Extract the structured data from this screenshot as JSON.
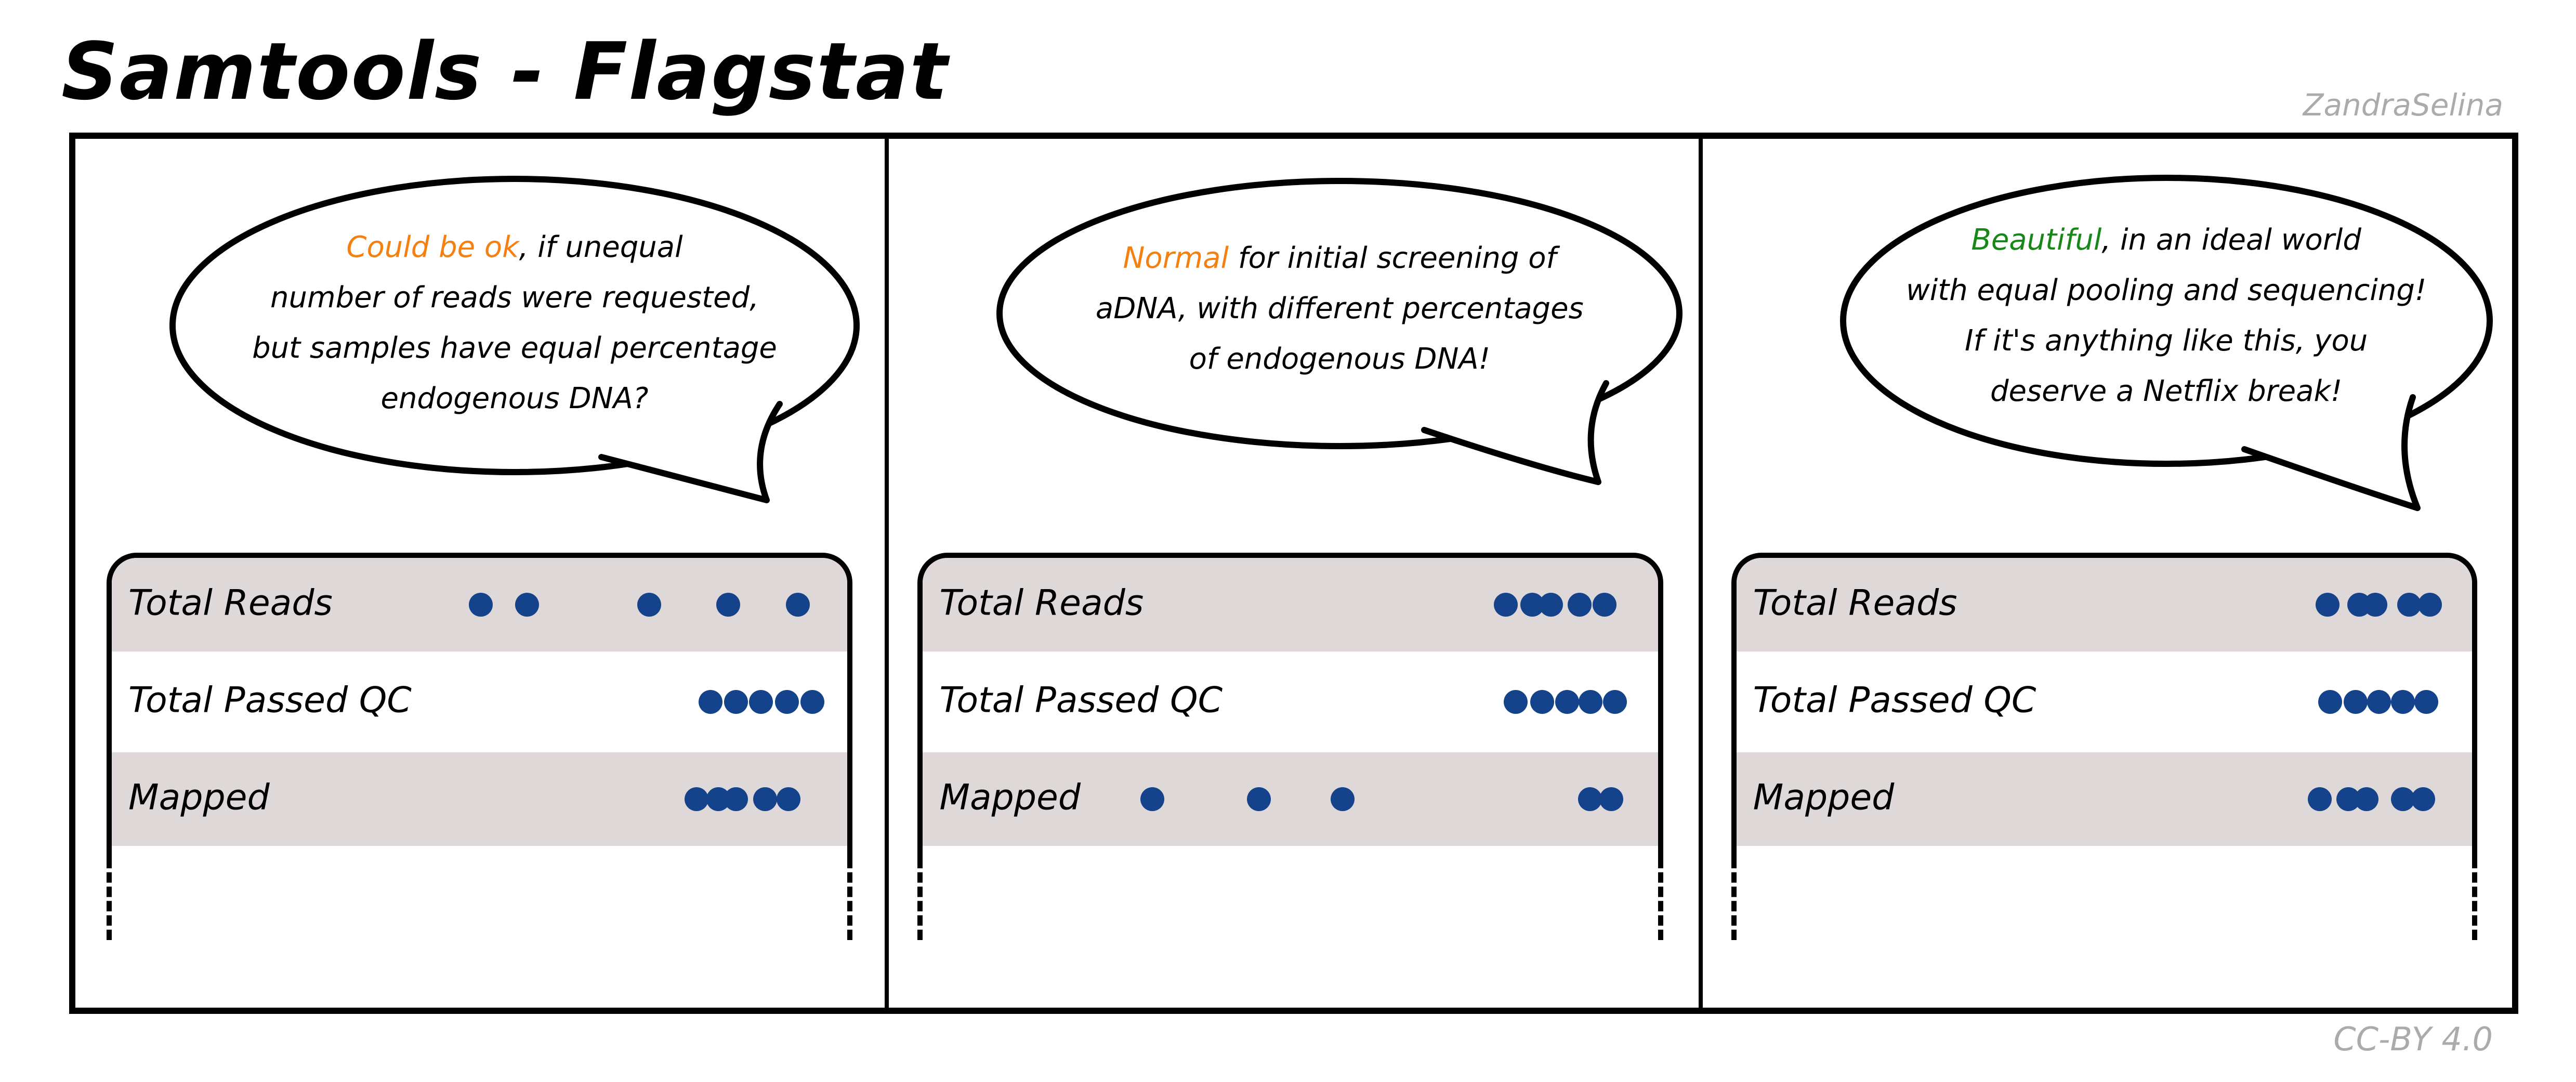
{
  "page": {
    "title": "Samtools - Flagstat",
    "artist_credit": "ZandraSelina",
    "license": "CC-BY 4.0"
  },
  "colors": {
    "dot_navy": "#14428B",
    "row_shade": "#DFD8D8",
    "credit_gray": "#ABABAB",
    "highlight_orange": "#F5800F",
    "highlight_green": "#178717"
  },
  "panels": [
    {
      "bubble": {
        "highlight_color": "#F5800F",
        "lines": [
          [
            {
              "text": "Could be ok",
              "highlight": true
            },
            {
              "text": ", if unequal"
            }
          ],
          [
            {
              "text": "number of reads were requested,"
            }
          ],
          [
            {
              "text": "but samples have equal percentage"
            }
          ],
          [
            {
              "text": "endogenous DNA?"
            }
          ]
        ]
      },
      "table": {
        "rows": [
          {
            "label": "Total Reads",
            "shaded": true,
            "dot_count": 5,
            "dots": [
              0.502,
              0.565,
              0.731,
              0.838,
              0.933
            ]
          },
          {
            "label": "Total Passed QC",
            "shaded": false,
            "dot_count": 5,
            "dots": [
              0.814,
              0.849,
              0.883,
              0.918,
              0.953
            ]
          },
          {
            "label": "Mapped",
            "shaded": true,
            "dot_count": 5,
            "dots": [
              0.795,
              0.825,
              0.849,
              0.888,
              0.92
            ]
          }
        ]
      }
    },
    {
      "bubble": {
        "highlight_color": "#F5800F",
        "lines": [
          [
            {
              "text": "Normal",
              "highlight": true
            },
            {
              "text": " for initial screening of"
            }
          ],
          [
            {
              "text": "aDNA, with different percentages"
            }
          ],
          [
            {
              "text": "of endogenous DNA!"
            }
          ]
        ]
      },
      "table": {
        "rows": [
          {
            "label": "Total Reads",
            "shaded": true,
            "dot_count": 5,
            "dots": [
              0.793,
              0.829,
              0.854,
              0.893,
              0.927
            ]
          },
          {
            "label": "Total Passed QC",
            "shaded": false,
            "dot_count": 5,
            "dots": [
              0.806,
              0.842,
              0.876,
              0.908,
              0.941
            ]
          },
          {
            "label": "Mapped",
            "shaded": true,
            "dot_count": 5,
            "dots": [
              0.312,
              0.457,
              0.571,
              0.907,
              0.936
            ]
          }
        ]
      }
    },
    {
      "bubble": {
        "highlight_color": "#178717",
        "lines": [
          [
            {
              "text": "Beautiful",
              "highlight": true
            },
            {
              "text": ", in an ideal world"
            }
          ],
          [
            {
              "text": "with equal pooling and sequencing!"
            }
          ],
          [
            {
              "text": "If it's anything like this, you"
            }
          ],
          [
            {
              "text": "deserve a Netflix break!"
            }
          ]
        ]
      },
      "table": {
        "rows": [
          {
            "label": "Total Reads",
            "shaded": true,
            "dot_count": 5,
            "dots": [
              0.804,
              0.847,
              0.869,
              0.915,
              0.943
            ]
          },
          {
            "label": "Total Passed QC",
            "shaded": false,
            "dot_count": 5,
            "dots": [
              0.807,
              0.842,
              0.874,
              0.906,
              0.938
            ]
          },
          {
            "label": "Mapped",
            "shaded": true,
            "dot_count": 5,
            "dots": [
              0.793,
              0.832,
              0.857,
              0.906,
              0.934
            ]
          }
        ]
      }
    }
  ]
}
